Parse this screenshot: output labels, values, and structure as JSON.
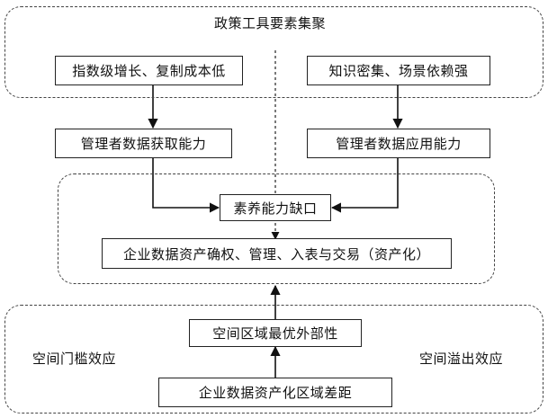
{
  "top_region": {
    "title": "政策工具要素集聚",
    "box_left": "指数级增长、复制成本低",
    "box_right": "知识密集、场景依赖强"
  },
  "middle_boxes": {
    "acquire": "管理者数据获取能力",
    "apply": "管理者数据应用能力"
  },
  "middle_region": {
    "gap": "素养能力缺口",
    "assetization": "企业数据资产确权、管理、入表与交易（资产化）"
  },
  "bottom_region": {
    "left_effect": "空间门槛效应",
    "right_effect": "空间溢出效应",
    "optimal": "空间区域最优外部性",
    "gap_box": "企业数据资产化区域差距"
  }
}
